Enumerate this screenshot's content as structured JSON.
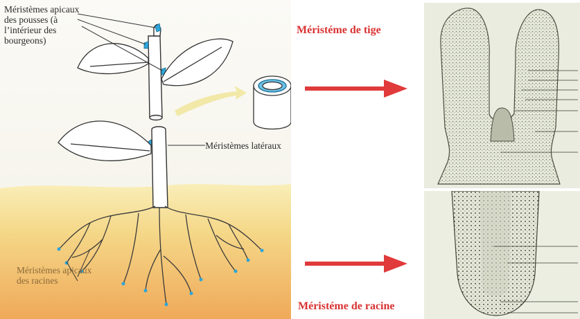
{
  "diagram": {
    "labels": {
      "shoot_apical": "Méristèmes apicaux des pousses (à l’intérieur des bourgeons)",
      "lateral": "Méristèmes latéraux",
      "root_apical": "Méristèmes apicaux des racines"
    },
    "titles": {
      "stem": "Méristéme de tige",
      "root": "Méristéme de racine"
    }
  },
  "colors": {
    "title_red": "#d93232",
    "arrow_red": "#e03a3a",
    "meristem_blue": "#2fa5d8",
    "soil_top": "#f7e8a6",
    "soil_bottom": "#f1b25a",
    "micro_bg": "#e7eadb"
  },
  "icons": [
    "plant-illustration",
    "stem-cylinder-icon",
    "yellow-arrow-icon",
    "red-arrow-icon",
    "stem-micrograph",
    "root-micrograph"
  ]
}
